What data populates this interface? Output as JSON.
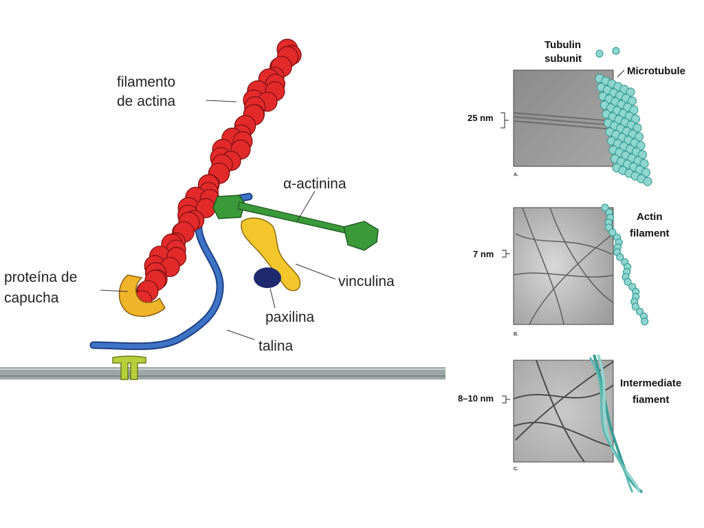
{
  "left_diagram": {
    "labels": {
      "actin_line1": "filamento",
      "actin_line2": "de actina",
      "actinin": "α-actinina",
      "vinculin": "vinculina",
      "paxillin": "paxilina",
      "talin": "talina",
      "cap_line1": "proteína de",
      "cap_line2": "capucha"
    },
    "colors": {
      "actin": "#e22a2a",
      "actinin": "#3a9a3a",
      "vinculin": "#f3c62c",
      "paxillin": "#1f2a6e",
      "talin": "#3d74c5",
      "cap": "#f0b42a",
      "integrin": "#b7cf3a",
      "membrane": "#9ea7a8"
    }
  },
  "right_diagram": {
    "panels": [
      {
        "letter": "A.",
        "measure": "25 nm",
        "name_line1": "Microtubule",
        "name_line2": "",
        "subunit_line1": "Tubulin",
        "subunit_line2": "subunit"
      },
      {
        "letter": "B.",
        "measure": "7 nm",
        "name_line1": "Actin",
        "name_line2": "filament"
      },
      {
        "letter": "C.",
        "measure": "8–10 nm",
        "name_line1": "Intermediate",
        "name_line2": "fiament"
      }
    ],
    "colors": {
      "teal": "#8fd6cf",
      "teal_dark": "#3a9e96"
    }
  }
}
